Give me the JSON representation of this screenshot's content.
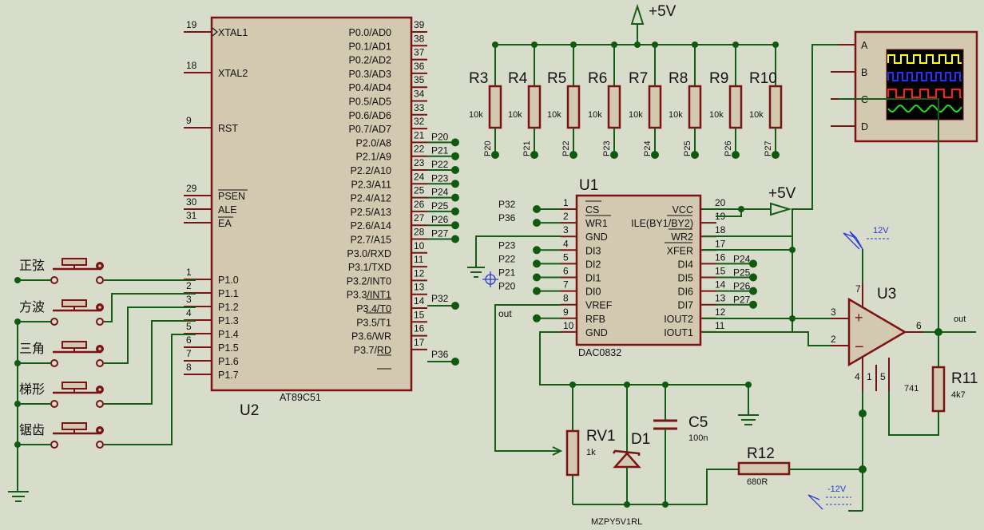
{
  "u2": {
    "ref": "U2",
    "type": "AT89C51",
    "left_pins": [
      {
        "num": "19",
        "name": "XTAL1"
      },
      {
        "num": "18",
        "name": "XTAL2"
      },
      {
        "num": "9",
        "name": "RST"
      },
      {
        "num": "29",
        "name": "PSEN"
      },
      {
        "num": "30",
        "name": "ALE"
      },
      {
        "num": "31",
        "name": "EA"
      },
      {
        "num": "1",
        "name": "P1.0"
      },
      {
        "num": "2",
        "name": "P1.1"
      },
      {
        "num": "3",
        "name": "P1.2"
      },
      {
        "num": "4",
        "name": "P1.3"
      },
      {
        "num": "5",
        "name": "P1.4"
      },
      {
        "num": "6",
        "name": "P1.5"
      },
      {
        "num": "7",
        "name": "P1.6"
      },
      {
        "num": "8",
        "name": "P1.7"
      }
    ],
    "right_pins": [
      {
        "num": "39",
        "name": "P0.0/AD0"
      },
      {
        "num": "38",
        "name": "P0.1/AD1"
      },
      {
        "num": "37",
        "name": "P0.2/AD2"
      },
      {
        "num": "36",
        "name": "P0.3/AD3"
      },
      {
        "num": "35",
        "name": "P0.4/AD4"
      },
      {
        "num": "34",
        "name": "P0.5/AD5"
      },
      {
        "num": "33",
        "name": "P0.6/AD6"
      },
      {
        "num": "32",
        "name": "P0.7/AD7"
      },
      {
        "num": "21",
        "name": "P2.0/A8"
      },
      {
        "num": "22",
        "name": "P2.1/A9"
      },
      {
        "num": "23",
        "name": "P2.2/A10"
      },
      {
        "num": "24",
        "name": "P2.3/A11"
      },
      {
        "num": "25",
        "name": "P2.4/A12"
      },
      {
        "num": "26",
        "name": "P2.5/A13"
      },
      {
        "num": "27",
        "name": "P2.6/A14"
      },
      {
        "num": "28",
        "name": "P2.7/A15"
      },
      {
        "num": "10",
        "name": "P3.0/RXD"
      },
      {
        "num": "11",
        "name": "P3.1/TXD"
      },
      {
        "num": "12",
        "name": "P3.2/INT0"
      },
      {
        "num": "13",
        "name": "P3.3/INT1"
      },
      {
        "num": "14",
        "name": "P3.4/T0"
      },
      {
        "num": "15",
        "name": "P3.5/T1"
      },
      {
        "num": "16",
        "name": "P3.6/WR"
      },
      {
        "num": "17",
        "name": "P3.7/RD"
      }
    ],
    "port2_labels": [
      "P20",
      "P21",
      "P22",
      "P23",
      "P24",
      "P25",
      "P26",
      "P27"
    ],
    "p32_label": "P32",
    "p36_label": "P36"
  },
  "buttons": [
    "正弦",
    "方波",
    "三角",
    "梯形",
    "锯齿"
  ],
  "resistor_bank": {
    "refs": [
      "R3",
      "R4",
      "R5",
      "R6",
      "R7",
      "R8",
      "R9",
      "R10"
    ],
    "value": "10k",
    "nets": [
      "P20",
      "P21",
      "P22",
      "P23",
      "P24",
      "P25",
      "P26",
      "P27"
    ],
    "supply": "+5V"
  },
  "u1": {
    "ref": "U1",
    "type": "DAC0832",
    "left_pins": [
      {
        "num": "1",
        "name": "CS",
        "net": "P32"
      },
      {
        "num": "2",
        "name": "WR1",
        "net": "P36"
      },
      {
        "num": "3",
        "name": "GND",
        "net": ""
      },
      {
        "num": "4",
        "name": "DI3",
        "net": "P23"
      },
      {
        "num": "5",
        "name": "DI2",
        "net": "P22"
      },
      {
        "num": "6",
        "name": "DI1",
        "net": "P21"
      },
      {
        "num": "7",
        "name": "DI0",
        "net": "P20"
      },
      {
        "num": "8",
        "name": "VREF",
        "net": ""
      },
      {
        "num": "9",
        "name": "RFB",
        "net": "out"
      },
      {
        "num": "10",
        "name": "GND",
        "net": ""
      }
    ],
    "right_pins": [
      {
        "num": "20",
        "name": "VCC",
        "net": ""
      },
      {
        "num": "19",
        "name": "ILE(BY1/BY2)",
        "net": ""
      },
      {
        "num": "18",
        "name": "WR2",
        "net": ""
      },
      {
        "num": "17",
        "name": "XFER",
        "net": ""
      },
      {
        "num": "16",
        "name": "DI4",
        "net": "P24"
      },
      {
        "num": "15",
        "name": "DI5",
        "net": "P25"
      },
      {
        "num": "14",
        "name": "DI6",
        "net": "P26"
      },
      {
        "num": "13",
        "name": "DI7",
        "net": "P27"
      },
      {
        "num": "12",
        "name": "IOUT2",
        "net": ""
      },
      {
        "num": "11",
        "name": "IOUT1",
        "net": ""
      }
    ],
    "supply": "+5V"
  },
  "u3": {
    "ref": "U3",
    "type": "741",
    "pins": [
      "7",
      "3",
      "2",
      "6",
      "4",
      "1",
      "5"
    ],
    "out_label": "out",
    "vpos": "12V",
    "vneg": "-12V"
  },
  "r11": {
    "ref": "R11",
    "value": "4k7"
  },
  "r12": {
    "ref": "R12",
    "value": "680R"
  },
  "rv1": {
    "ref": "RV1",
    "value": "1k"
  },
  "d1": {
    "ref": "D1",
    "value": "MZPY5V1RL"
  },
  "c5": {
    "ref": "C5",
    "value": "100n"
  },
  "scope": {
    "channels": [
      "A",
      "B",
      "C",
      "D"
    ],
    "trace_colors": [
      "#ffff00",
      "#2233ff",
      "#ff2020",
      "#20e020"
    ]
  },
  "colors": {
    "background": "#d8dccb",
    "wire": "#155c15",
    "component": "#7a1414",
    "fill": "#d2c9b0"
  }
}
